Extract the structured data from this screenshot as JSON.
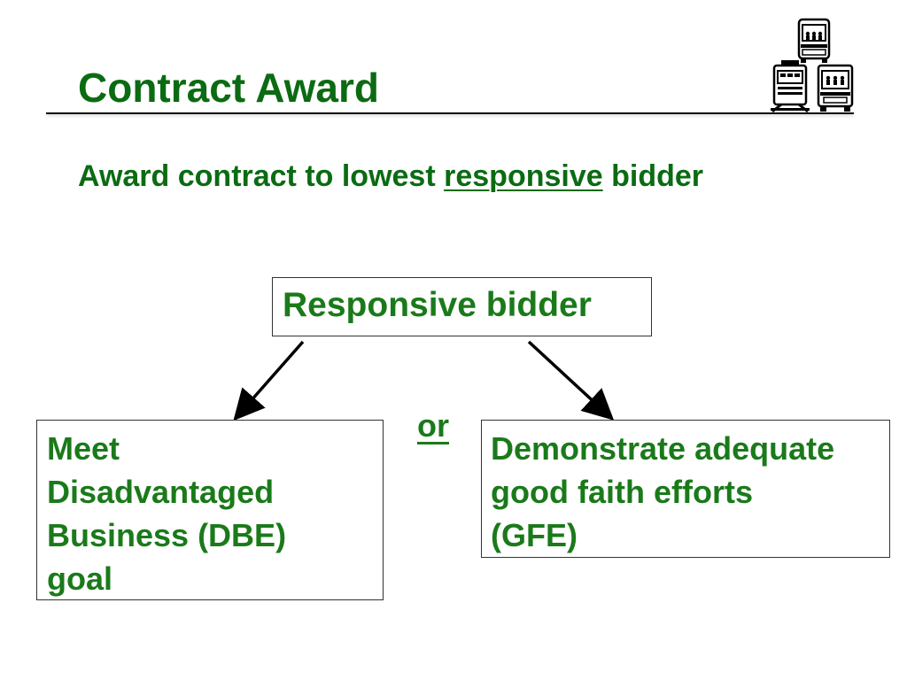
{
  "slide": {
    "title": "Contract Award",
    "subtitle_pre": "Award contract to lowest ",
    "subtitle_emph": "responsive",
    "subtitle_post": " bidder"
  },
  "diagram": {
    "top_box": "Responsive bidder",
    "left_box_lines": [
      "Meet",
      "Disadvantaged",
      "Business (DBE)",
      "goal"
    ],
    "connector": "or",
    "right_box_lines": [
      "Demonstrate adequate",
      "good faith efforts",
      "(GFE)"
    ]
  },
  "logo": {
    "icon": "transit-vehicles-icon"
  },
  "colors": {
    "title_green": "#0b6b12",
    "box_text_green": "#1a7a1a"
  }
}
